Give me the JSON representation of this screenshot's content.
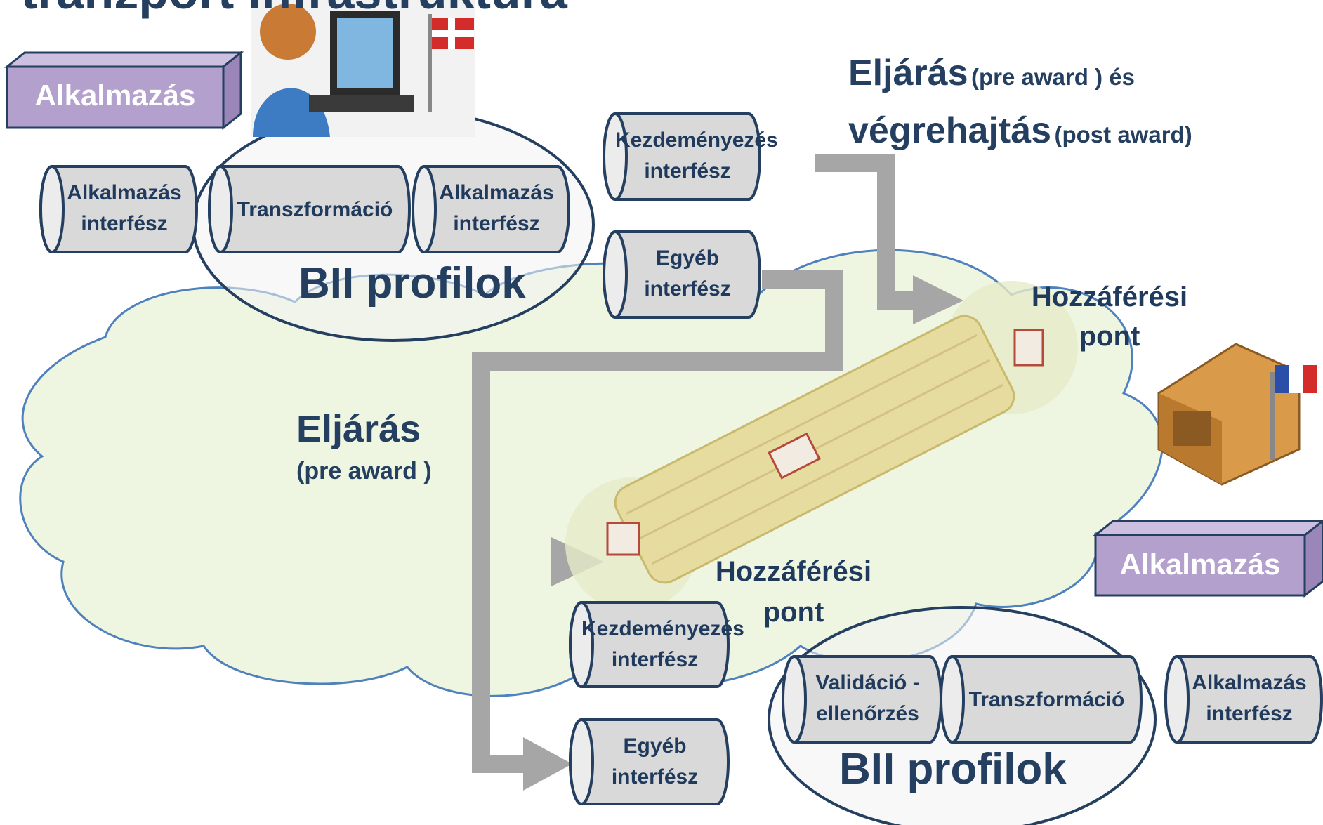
{
  "title_fragment": "tranzport infrastruktúra",
  "top_left": {
    "app_box": "Alkalmazás",
    "cylinders": [
      {
        "line1": "Alkalmazás",
        "line2": "interfész"
      },
      {
        "line1": "Transzformáció",
        "line2": ""
      },
      {
        "line1": "Alkalmazás",
        "line2": "interfész"
      }
    ],
    "profile_label": "BII profilok",
    "initiation_interface": {
      "line1": "Kezdeményezés",
      "line2": "interfész"
    },
    "other_interface": {
      "line1": "Egyéb",
      "line2": "interfész"
    }
  },
  "procedure_post": {
    "word1": "Eljárás",
    "small1": "(pre award ) és",
    "word2": "végrehajtás",
    "small2": "(post award)"
  },
  "procedure_pre": {
    "word": "Eljárás",
    "small": "(pre award )"
  },
  "access_point_right": {
    "line1": "Hozzáférési",
    "line2": "pont"
  },
  "access_point_bottom": {
    "line1": "Hozzáférési",
    "line2": "pont"
  },
  "bottom_right": {
    "app_box": "Alkalmazás",
    "initiation_interface": {
      "line1": "Kezdeményezés",
      "line2": "interfész"
    },
    "other_interface": {
      "line1": "Egyéb",
      "line2": "interfész"
    },
    "cylinders": [
      {
        "line1": "Validáció -",
        "line2": "ellenőrzés"
      },
      {
        "line1": "Transzformáció",
        "line2": ""
      },
      {
        "line1": "Alkalmazás",
        "line2": "interfész"
      }
    ],
    "profile_label": "BII profilok"
  },
  "colors": {
    "cloud_fill": "#eef5e0",
    "cloud_stroke": "#4f81bd",
    "cylinder_fill": "#d9d9d9",
    "cylinder_stroke": "#243f60",
    "app_box_fill": "#b4a0cc",
    "arrow_gray": "#a6a6a6",
    "text_navy": "#1f3a5c"
  }
}
